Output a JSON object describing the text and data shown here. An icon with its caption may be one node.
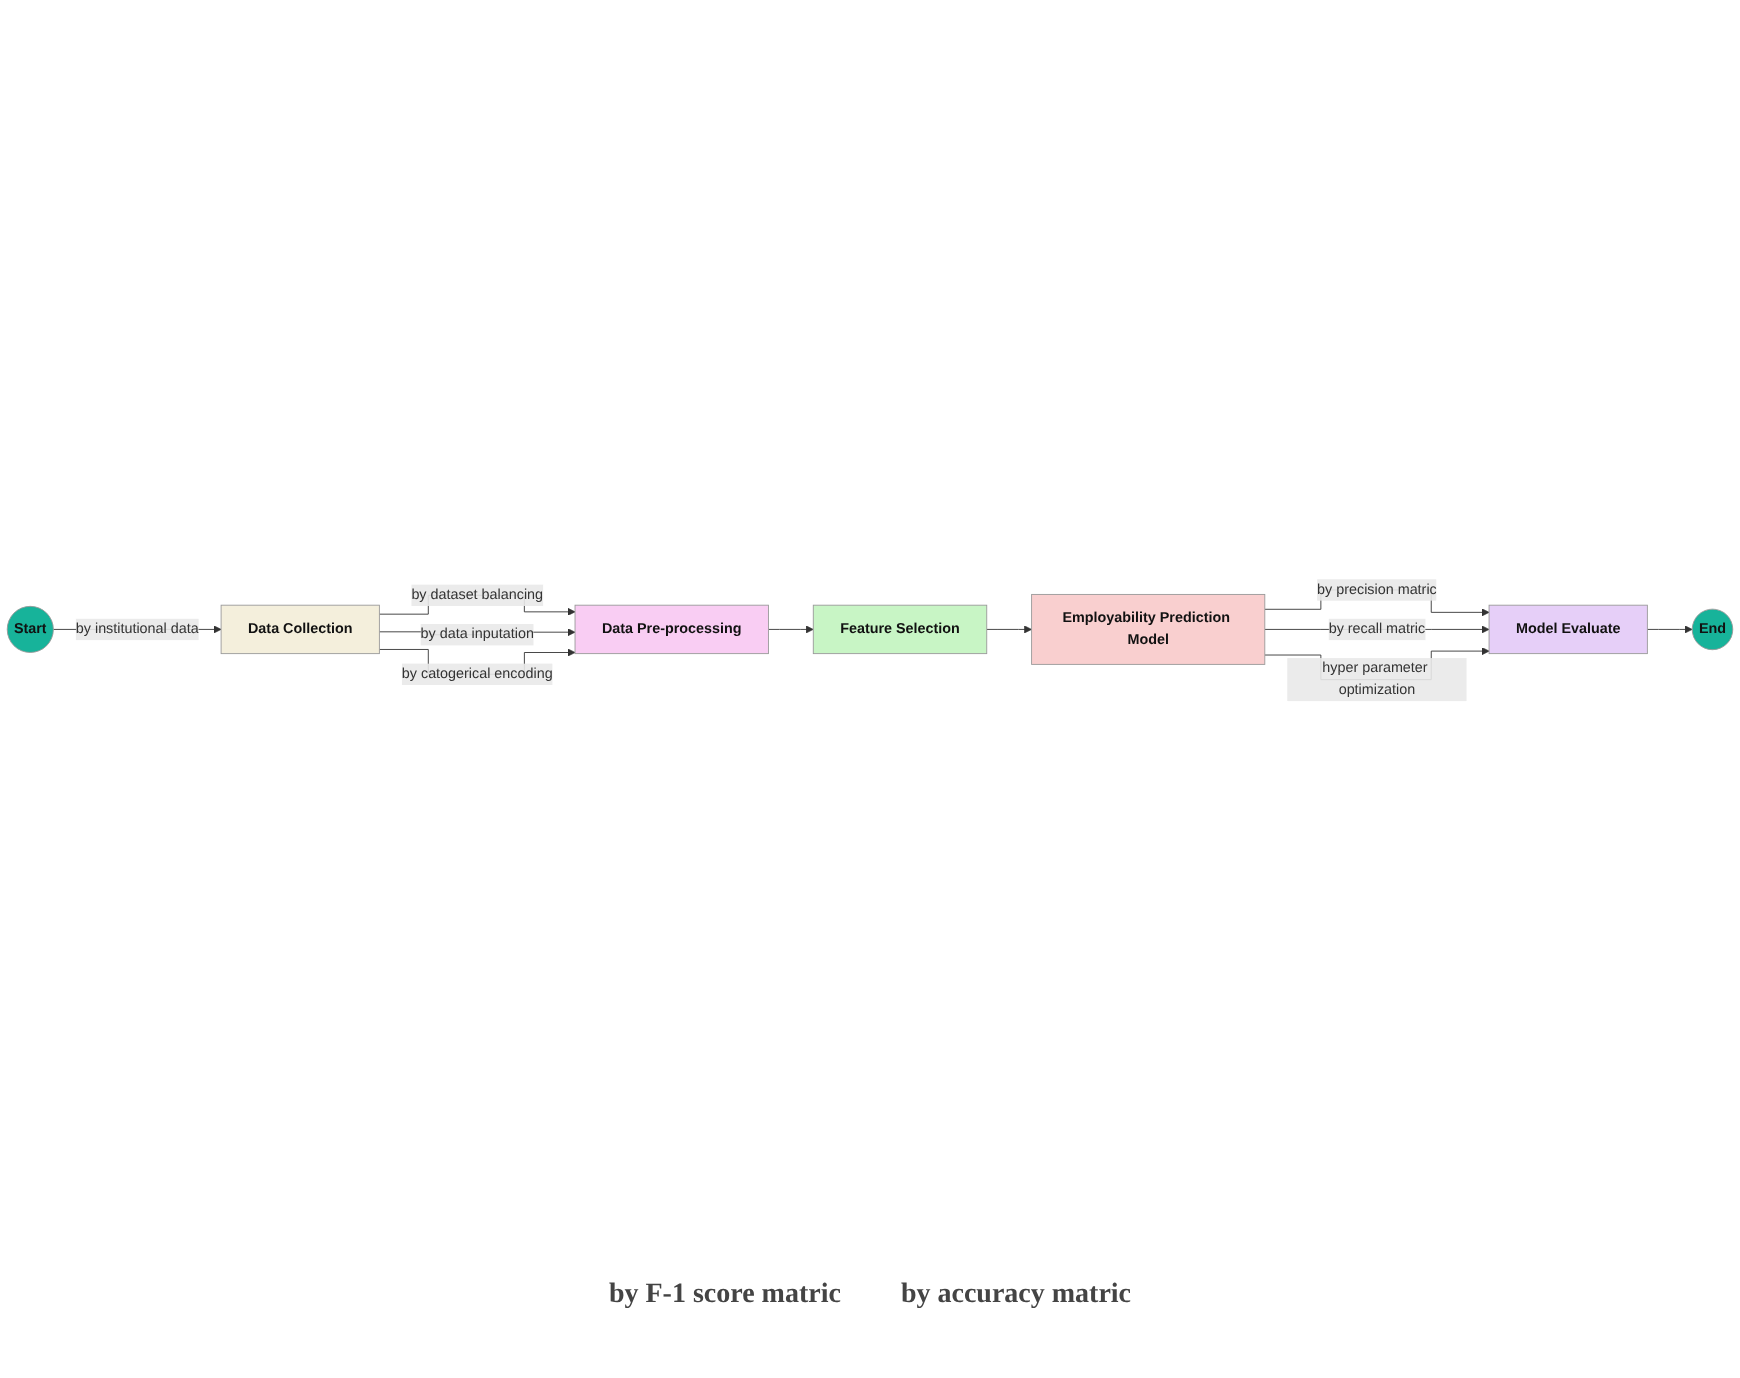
{
  "diagram": {
    "nodes": [
      {
        "text": [
          "Start"
        ]
      },
      {
        "text": [
          "Data Collection"
        ]
      },
      {
        "text": [
          "Data Pre-processing"
        ]
      },
      {
        "text": [
          "Feature Selection"
        ]
      },
      {
        "text": [
          "Employability Prediction Model"
        ]
      },
      {
        "text": [
          "Model Evaluate"
        ]
      },
      {
        "text": [
          "End"
        ]
      }
    ],
    "edges": [
      {
        "from": 0,
        "to": 1,
        "arrow": "to",
        "label": "by institutional data"
      },
      {
        "from": 1,
        "to": 2,
        "arrow": "to",
        "label": "by dataset balancing"
      },
      {
        "from": 1,
        "to": 2,
        "arrow": "to",
        "label": "by data inputation"
      },
      {
        "from": 1,
        "to": 2,
        "arrow": "to",
        "label": "by catogerical encoding"
      },
      {
        "from": 2,
        "to": 3,
        "arrow": "to"
      },
      {
        "from": 3,
        "to": 4,
        "arrow": "to"
      },
      {
        "from": 4,
        "to": 5,
        "arrow": "to",
        "label": "by precision matric"
      },
      {
        "from": 4,
        "to": 5,
        "arrow": "to",
        "label": "by recall matric"
      },
      {
        "from": 4,
        "to": 5,
        "arrow": "to",
        "label": "hyper parameter optimization"
      },
      {
        "from": 5,
        "to": 6,
        "arrow": "to"
      }
    ],
    "labels": [
      "by F-1 score matric",
      "by accuracy matric"
    ]
  }
}
